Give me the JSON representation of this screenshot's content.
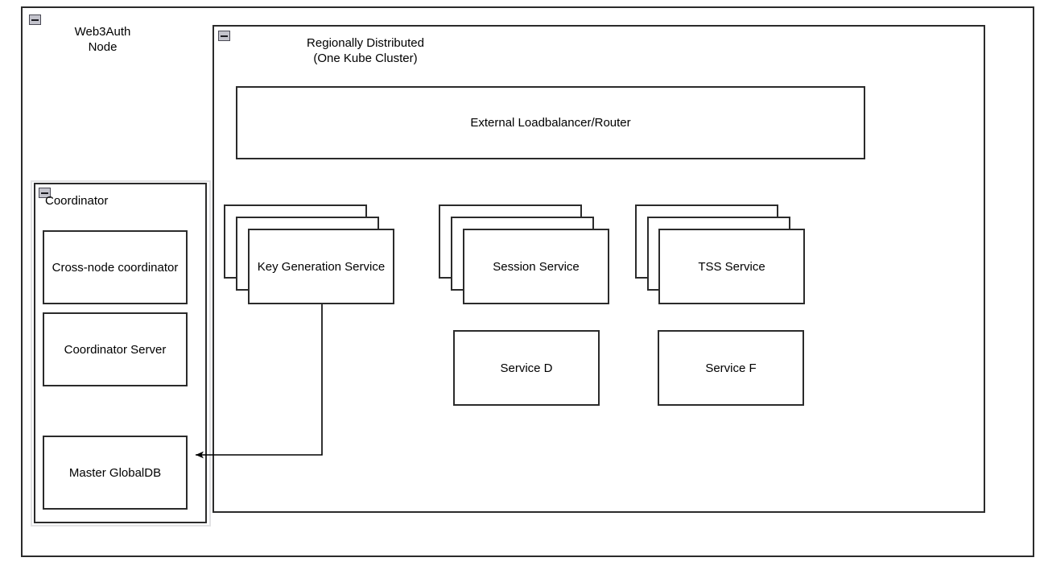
{
  "diagram": {
    "title": "Web3Auth Node architecture",
    "colors": {
      "stroke": "#2b2b2b",
      "fill": "#ffffff",
      "shadow_frame": "#e2e2e4",
      "collapse_icon_fill": "#c3c3cc",
      "text": "#000000"
    }
  },
  "outer": {
    "name": "Web3Auth Node",
    "title": "Web3Auth\nNode",
    "collapse_icon": "minus-collapse-icon"
  },
  "cluster": {
    "name": "Regionally Distributed Kube Cluster",
    "title": "Regionally Distributed\n(One Kube Cluster)",
    "collapse_icon": "minus-collapse-icon"
  },
  "coordinator": {
    "name": "Coordinator",
    "title": "Coordinator",
    "collapse_icon": "minus-collapse-icon",
    "children": [
      {
        "label": "Cross-node\ncoordinator"
      },
      {
        "label": "Coordinator Server"
      },
      {
        "label": "Master GlobalDB"
      }
    ]
  },
  "loadbalancer": {
    "label": "External Loadbalancer/Router"
  },
  "stacked_services": [
    {
      "label": "Key Generation\nService",
      "instances": 3
    },
    {
      "label": "Session Service",
      "instances": 3
    },
    {
      "label": "TSS Service",
      "instances": 3
    }
  ],
  "single_services": [
    {
      "label": "Service D"
    },
    {
      "label": "Service F"
    }
  ],
  "connectors": [
    {
      "name": "keygen-to-master-globaldb",
      "from": "Key Generation Service",
      "to": "Master GlobalDB",
      "arrowhead": "end"
    }
  ]
}
